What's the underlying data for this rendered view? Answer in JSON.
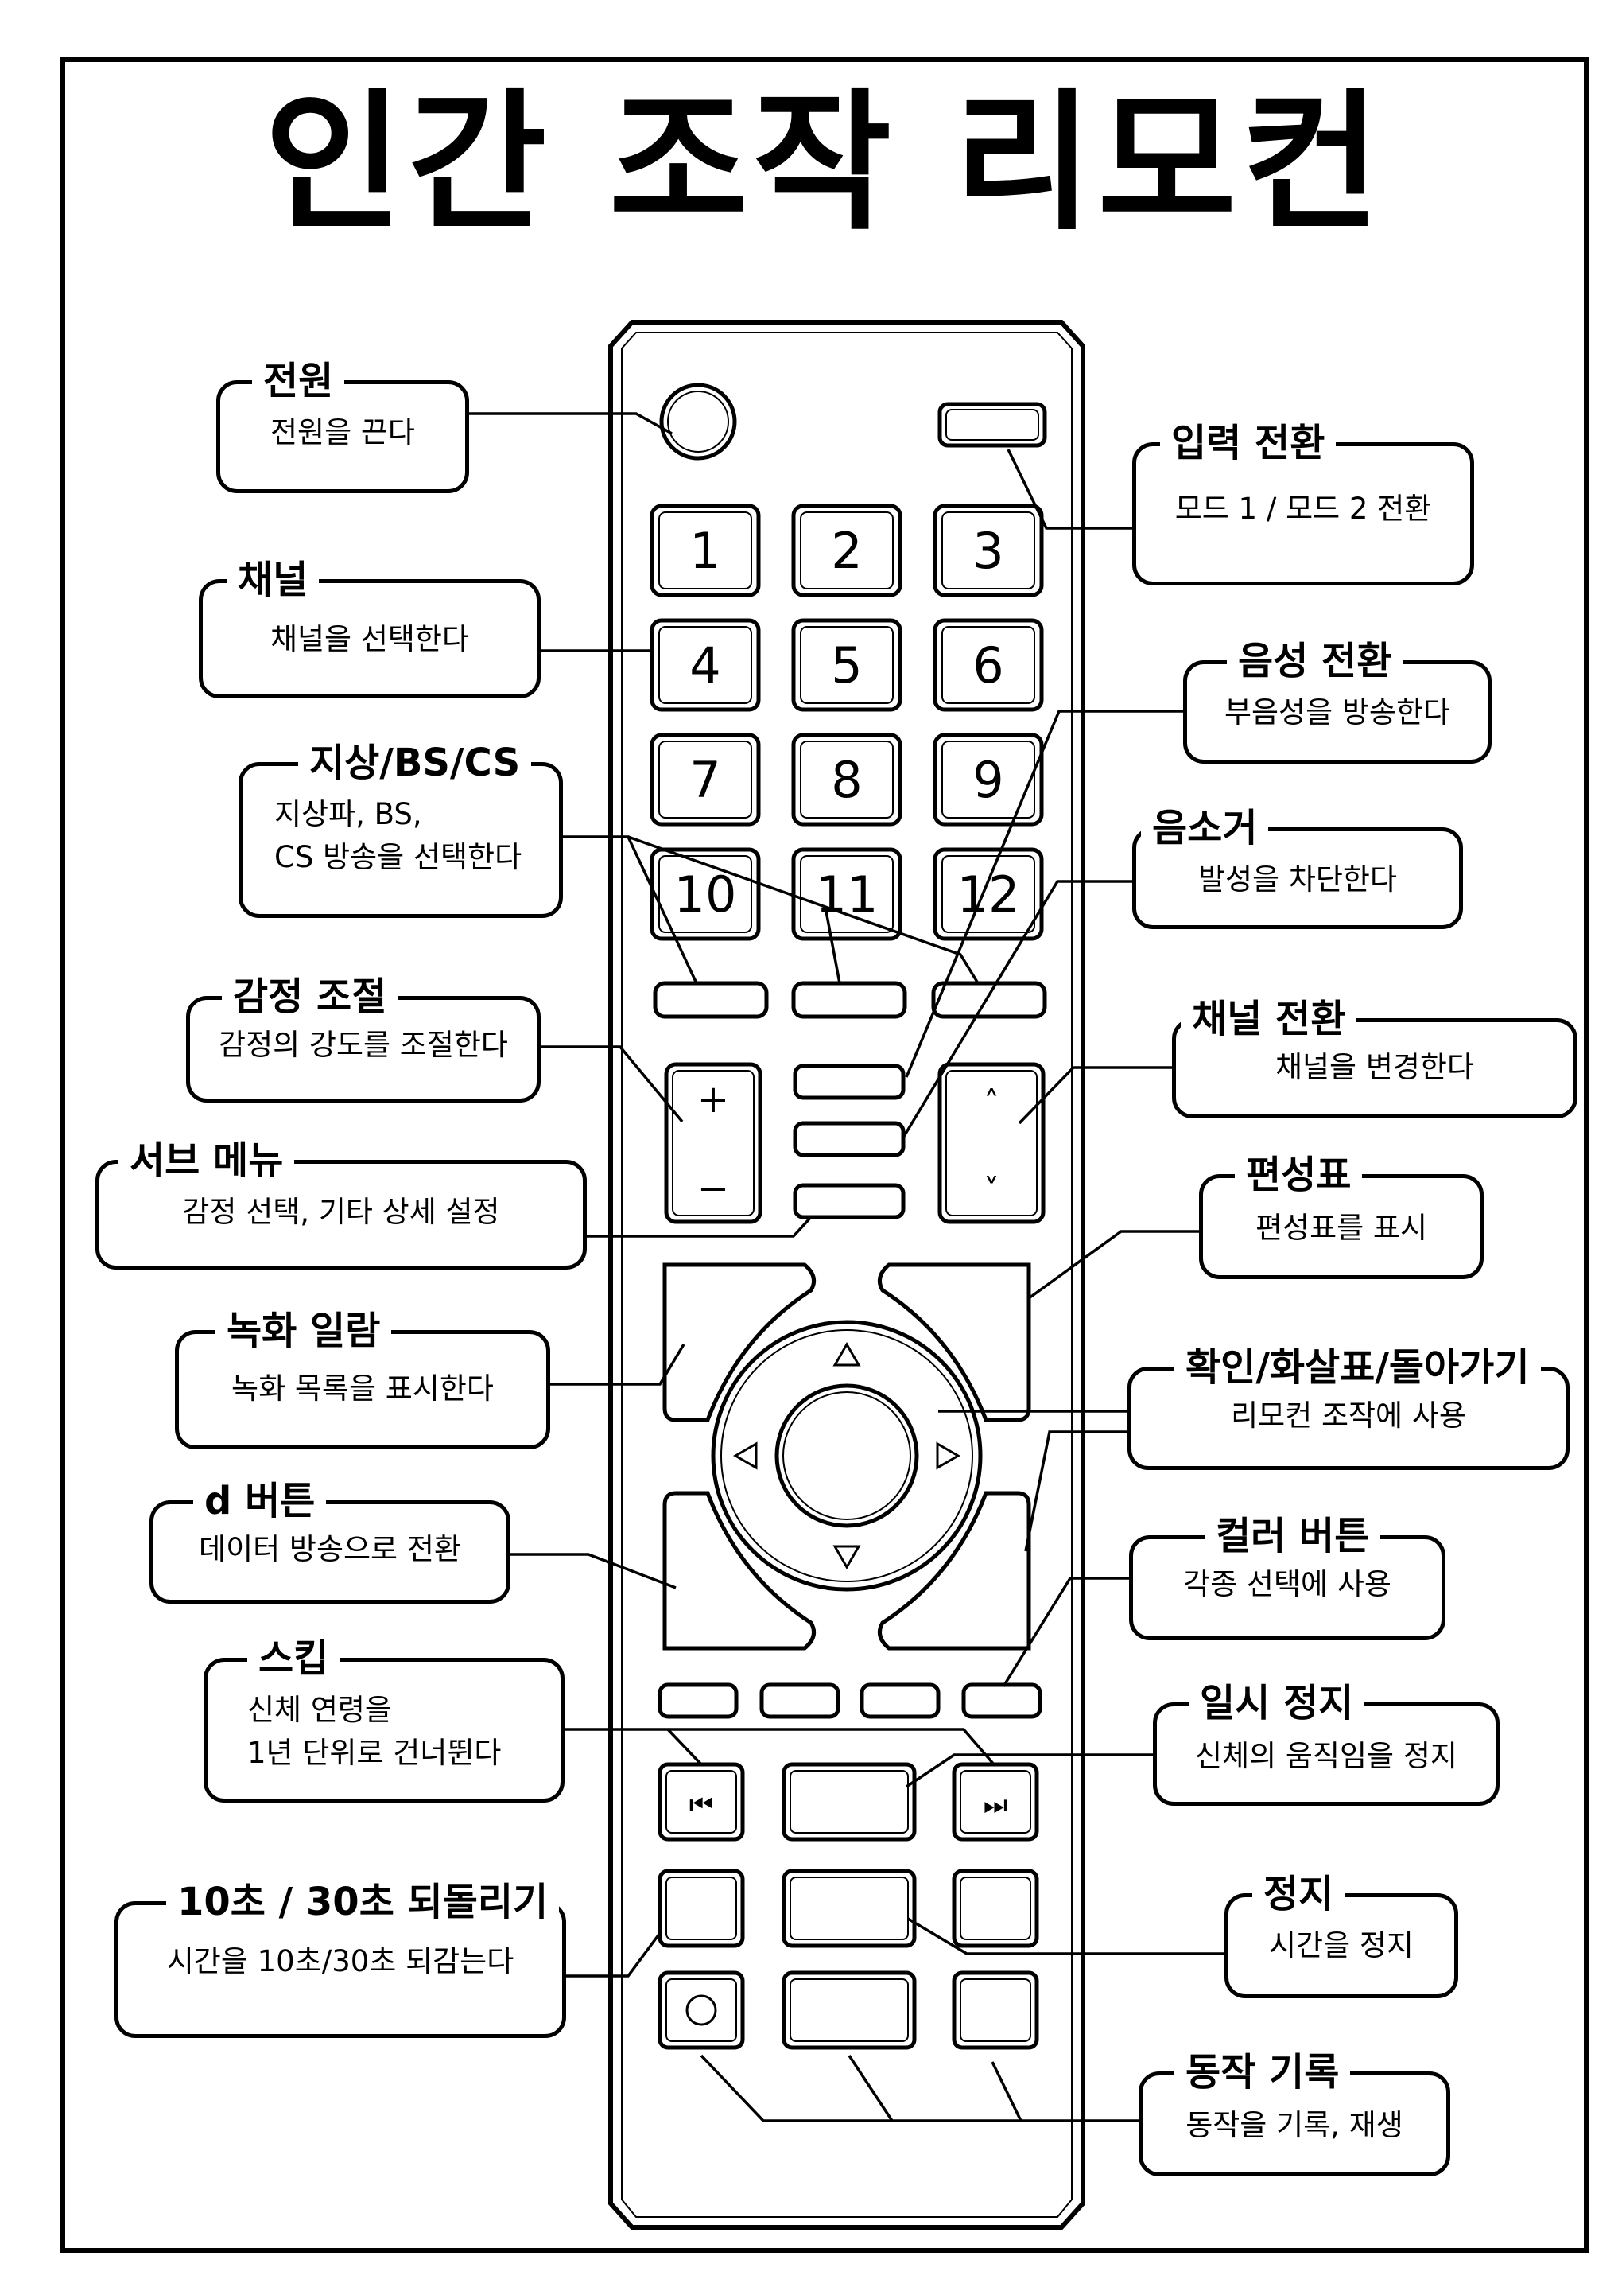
{
  "title": "인간 조작 리모컨",
  "remote": {
    "number_keys": [
      "1",
      "2",
      "3",
      "4",
      "5",
      "6",
      "7",
      "8",
      "9",
      "10",
      "11",
      "12"
    ],
    "volume_plus": "+",
    "volume_minus": "−",
    "channel_up": "˄",
    "channel_down": "˅",
    "skip_back_symbol": "⏮",
    "skip_forward_symbol": "⏭"
  },
  "callouts": {
    "power": {
      "title": "전원",
      "body": "전원을 끈다"
    },
    "input": {
      "title": "입력 전환",
      "body": "모드 1 / 모드 2 전환"
    },
    "channel": {
      "title": "채널",
      "body": "채널을 선택한다"
    },
    "audio": {
      "title": "음성 전환",
      "body": "부음성을 방송한다"
    },
    "broadcast": {
      "title": "지상/BS/CS",
      "body": "지상파, BS,\nCS 방송을 선택한다"
    },
    "mute": {
      "title": "음소거",
      "body": "발성을 차단한다"
    },
    "emotion": {
      "title": "감정 조절",
      "body": "감정의 강도를 조절한다"
    },
    "channel_switch": {
      "title": "채널 전환",
      "body": "채널을 변경한다"
    },
    "submenu": {
      "title": "서브 메뉴",
      "body": "감정 선택, 기타 상세 설정"
    },
    "guide": {
      "title": "편성표",
      "body": "편성표를 표시"
    },
    "recordings": {
      "title": "녹화 일람",
      "body": "녹화 목록을 표시한다"
    },
    "confirm": {
      "title": "확인/화살표/돌아가기",
      "body": "리모컨 조작에 사용"
    },
    "d_button": {
      "title": "d 버튼",
      "body": "데이터 방송으로 전환"
    },
    "color": {
      "title": "컬러 버튼",
      "body": "각종 선택에 사용"
    },
    "skip": {
      "title": "스킵",
      "body": "신체 연령을\n1년 단위로 건너뛴다"
    },
    "pause": {
      "title": "일시 정지",
      "body": "신체의 움직임을 정지"
    },
    "rewind": {
      "title": "10초 / 30초 되돌리기",
      "body": "시간을 10초/30초 되감는다"
    },
    "stop": {
      "title": "정지",
      "body": "시간을 정지"
    },
    "record": {
      "title": "동작 기록",
      "body": "동작을 기록, 재생"
    }
  }
}
